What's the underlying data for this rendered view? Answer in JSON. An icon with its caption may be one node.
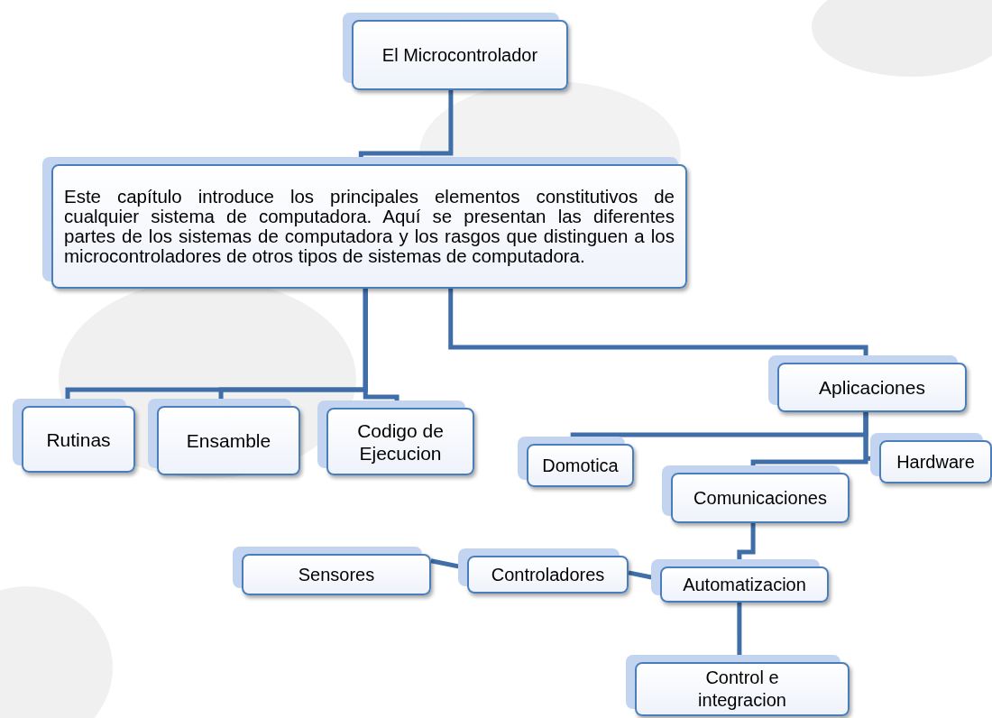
{
  "diagram": {
    "nodes": [
      {
        "text": [
          "El Microcontrolador"
        ]
      },
      {
        "text": [
          "Este capítulo introduce los principales elementos constitutivos de cualquier sistema de computadora. Aquí se presentan las diferentes partes de los sistemas de computadora y los rasgos que distinguen a los microcontroladores de otros tipos de sistemas de computadora."
        ]
      },
      {
        "text": [
          "Rutinas"
        ]
      },
      {
        "text": [
          "Ensamble"
        ]
      },
      {
        "text": [
          "Codigo de Ejecucion"
        ]
      },
      {
        "text": [
          "Aplicaciones"
        ]
      },
      {
        "text": [
          "Domotica"
        ]
      },
      {
        "text": [
          "Hardware"
        ]
      },
      {
        "text": [
          "Comunicaciones"
        ]
      },
      {
        "text": [
          "Sensores"
        ]
      },
      {
        "text": [
          "Controladores"
        ]
      },
      {
        "text": [
          "Automatizacion"
        ]
      },
      {
        "text": [
          "Control e integracion"
        ]
      }
    ],
    "edges": [
      {
        "from": 0,
        "to": 1,
        "arrow": "none"
      },
      {
        "from": 1,
        "to": 2,
        "arrow": "none"
      },
      {
        "from": 1,
        "to": 3,
        "arrow": "none"
      },
      {
        "from": 1,
        "to": 4,
        "arrow": "none"
      },
      {
        "from": 1,
        "to": 5,
        "arrow": "none"
      },
      {
        "from": 5,
        "to": 6,
        "arrow": "none"
      },
      {
        "from": 5,
        "to": 7,
        "arrow": "none"
      },
      {
        "from": 5,
        "to": 8,
        "arrow": "none"
      },
      {
        "from": 8,
        "to": 11,
        "arrow": "none"
      },
      {
        "from": 11,
        "to": 10,
        "arrow": "none"
      },
      {
        "from": 10,
        "to": 9,
        "arrow": "none"
      },
      {
        "from": 11,
        "to": 12,
        "arrow": "none"
      }
    ]
  }
}
